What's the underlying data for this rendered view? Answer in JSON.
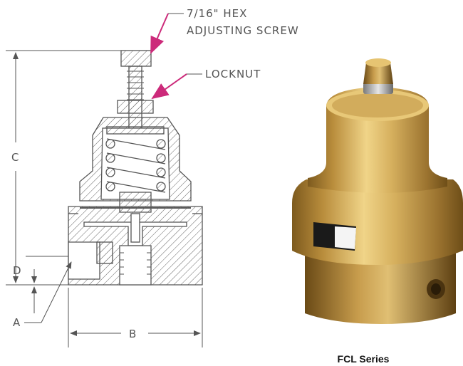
{
  "callouts": {
    "hex_screw_line1": "7/16\" HEX",
    "hex_screw_line2": "ADJUSTING SCREW",
    "locknut": "LOCKNUT"
  },
  "dimensions": {
    "c": "C",
    "d": "D",
    "a": "A",
    "b": "B"
  },
  "photo": {
    "caption": "FCL Series"
  },
  "colors": {
    "callout_arrow": "#cc2a7a",
    "line": "#555555",
    "brass": "#c9a24a"
  }
}
